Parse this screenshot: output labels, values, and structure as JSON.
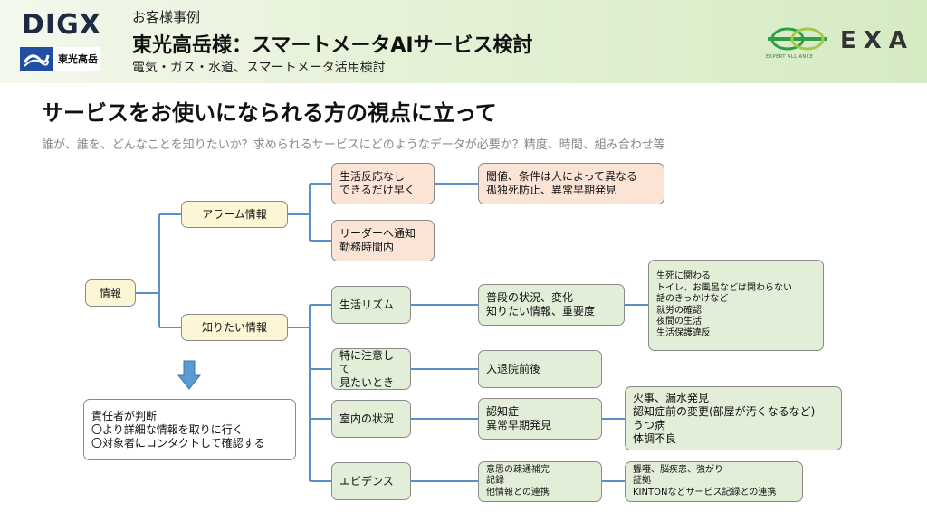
{
  "header": {
    "case_label": "お客様事例",
    "title": "東光高岳様：スマートメータAIサービス検討",
    "subtitle": "電気・ガス・水道、スマートメータ活用検討",
    "logo_digx": "DIGX",
    "logo_toko": "東光高岳",
    "exa_logo_text": "EXA",
    "exa_alliance": "EXPERT ALLIANCE"
  },
  "section": {
    "title": "サービスをお使いになられる方の視点に立って",
    "subtitle": "誰が、誰を、どんなことを知りたいか？求められるサービスにどのようなデータが必要か？精度、時間、組み合わせ等"
  },
  "diagram": {
    "root": "情報",
    "alarm": "アラーム情報",
    "want": "知りたい情報",
    "alarm_children": [
      {
        "lines": [
          "生活反応なし",
          "できるだけ早く"
        ]
      },
      {
        "lines": [
          "リーダーへ通知",
          "勤務時間内"
        ]
      }
    ],
    "alarm_note": {
      "lines": [
        "閾値、条件は人によって異なる",
        "孤独死防止、異常早期発見"
      ]
    },
    "want_children": [
      {
        "lines": [
          "生活リズム"
        ]
      },
      {
        "lines": [
          "特に注意して",
          "見たいとき"
        ]
      },
      {
        "lines": [
          "室内の状況"
        ]
      },
      {
        "lines": [
          "エビデンス"
        ]
      }
    ],
    "want_details": [
      {
        "lines": [
          "普段の状況、変化",
          "知りたい情報、重要度"
        ]
      },
      {
        "lines": [
          "入退院前後"
        ]
      },
      {
        "lines": [
          "認知症",
          "異常早期発見"
        ]
      },
      {
        "lines": [
          "意思の疎通補完",
          "記録",
          "他情報との連携"
        ]
      }
    ],
    "want_notes": [
      {
        "lines": [
          "生死に関わる",
          "トイレ、お風呂などは関わらない",
          "話のきっかけなど",
          "就労の確認",
          "夜間の生活",
          "生活保護違反"
        ]
      },
      {
        "lines": [
          "火事、漏水発見",
          "認知症前の変更(部屋が汚くなるなど)",
          "うつ病",
          "体調不良"
        ]
      },
      {
        "lines": [
          "聾唖、脳疾患、強がり",
          "証拠",
          "KINTONなどサービス記録との連携"
        ]
      }
    ],
    "responsible": {
      "lines": [
        "責任者が判断",
        "〇より詳細な情報を取りに行く",
        "〇対象者にコンタクトして確認する"
      ]
    }
  },
  "colors": {
    "line": "#5b8fc7",
    "yellow_box": "#fdf6d4",
    "orange_box": "#fbe4d6",
    "green_box": "#e3eed8",
    "arrow": "#5b9bd5"
  }
}
